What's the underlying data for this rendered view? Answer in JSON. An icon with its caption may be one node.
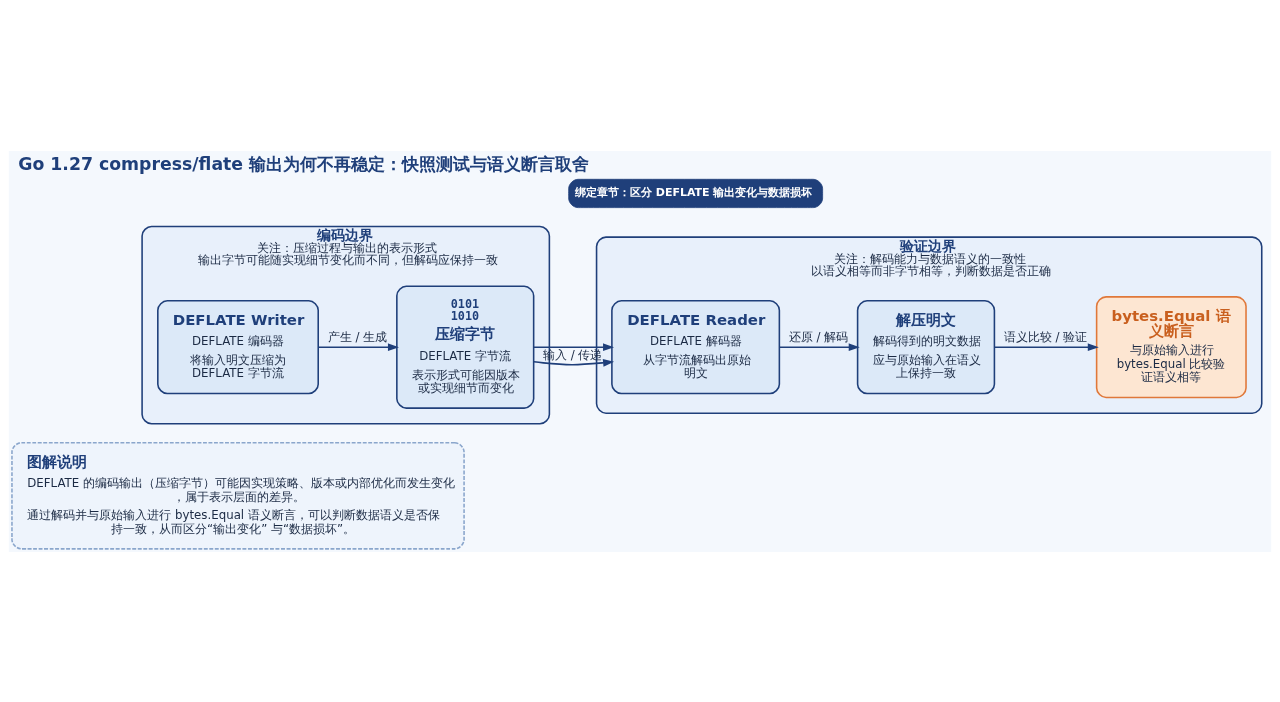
{
  "diagram": {
    "title": "Go 1.27 compress/flate 输出为何不再稳定：快照测试与语义断言取舍",
    "nodes": [
      {
        "text": [
          "编码边界",
          "关注：压缩过程与输出的表示形式",
          "输出字节可能随实现细节变化而不同，但解码应保持一致"
        ]
      },
      {
        "text": [
          "DEFLATE Writer",
          "DEFLATE 编码器",
          "将输入明文压缩为DEFLATE 字节流"
        ],
        "in": 0
      },
      {
        "text": [
          "0101 1010",
          "压缩字节",
          "DEFLATE 字节流",
          "表示形式可能因版本或实现细节而变化"
        ],
        "in": 0
      },
      {
        "text": [
          "验证边界",
          "关注：解码能力与数据语义的一致性",
          "以语义相等而非字节相等，判断数据是否正确"
        ]
      },
      {
        "text": [
          "DEFLATE Reader",
          "DEFLATE 解码器",
          "从字节流解码出原始明文"
        ],
        "in": 3
      },
      {
        "text": [
          "解压明文",
          "解码得到的明文数据",
          "应与原始输入在语义上保持一致"
        ],
        "in": 3
      },
      {
        "text": [
          "bytes.Equal 语义断言",
          "与原始输入进行bytes.Equal 比较验证语义相等"
        ],
        "in": 3
      },
      {
        "text": [
          "图解说明",
          "DEFLATE 的编码输出（压缩字节）可能因实现策略、版本或内部优化而发生变化，属于表示层面的差异。",
          "通过解码并与原始输入进行 bytes.Equal 语义断言，可以判断数据语义是否保持一致，从而区分“输出变化” 与“数据损坏”。"
        ]
      }
    ],
    "edges": [
      {
        "from": 1,
        "to": 2,
        "arrow": "to",
        "label": "产生 / 生成"
      },
      {
        "from": 2,
        "to": 4,
        "arrow": "to",
        "label": "输入 / 传递"
      },
      {
        "from": 4,
        "to": 5,
        "arrow": "to",
        "label": "还原 / 解码"
      },
      {
        "from": 5,
        "to": 6,
        "arrow": "to",
        "label": "语义比较 / 验证"
      }
    ],
    "labels": [
      "绑定章节：区分 DEFLATE 输出变化与数据损坏"
    ]
  }
}
